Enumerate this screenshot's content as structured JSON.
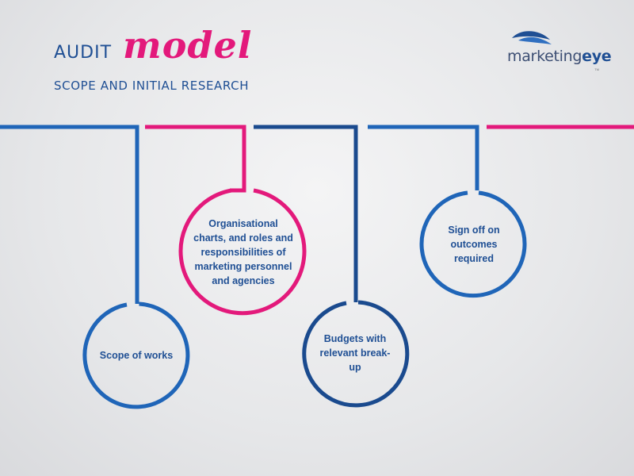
{
  "header": {
    "title_word": "AUDIT",
    "title_accent": "model",
    "subtitle": "SCOPE AND INITIAL RESEARCH"
  },
  "logo": {
    "brand_light": "marketing",
    "brand_bold": "eye",
    "mark": "TM",
    "icon": "eye-leaf-icon"
  },
  "colors": {
    "blue": "#1f65b8",
    "dark_blue": "#1a4a8e",
    "pink": "#e3197b",
    "text_blue": "#1f4f94"
  },
  "nodes": [
    {
      "label": "Scope of works",
      "color": "blue"
    },
    {
      "label": "Organisational charts, and roles and responsibilities of marketing personnel and agencies",
      "color": "pink"
    },
    {
      "label": "Budgets with relevant break-up",
      "color": "dark_blue"
    },
    {
      "label": "Sign off on outcomes required",
      "color": "blue"
    }
  ]
}
